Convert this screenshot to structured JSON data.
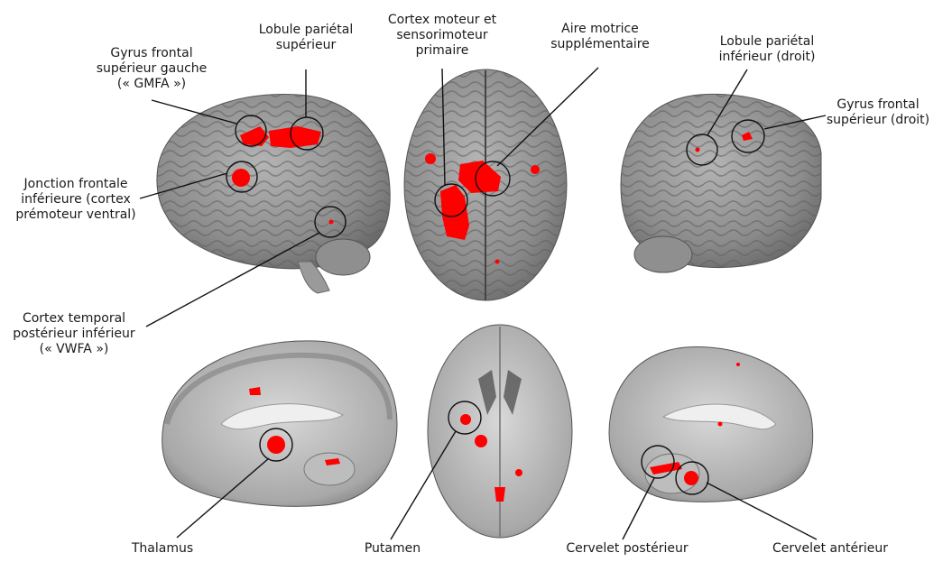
{
  "colors": {
    "background": "#ffffff",
    "brain": "#8a8a8a",
    "activation": "#ff0000",
    "leader": "#111111",
    "text": "#1a1a1a"
  },
  "labels": {
    "gmfa": [
      "Gyrus frontal",
      "supérieur gauche",
      "(« GMFA »)"
    ],
    "lps": [
      "Lobule pariétal",
      "supérieur"
    ],
    "motor": [
      "Cortex moteur et",
      "sensorimoteur",
      "primaire"
    ],
    "sma": [
      "Aire motrice",
      "supplémentaire"
    ],
    "lpi": [
      "Lobule pariétal",
      "inférieur (droit)"
    ],
    "gfs_right": [
      "Gyrus frontal",
      "supérieur (droit)"
    ],
    "jfi": [
      "Jonction frontale",
      "inférieure (cortex",
      "prémoteur ventral)"
    ],
    "vwfa": [
      "Cortex temporal",
      "postérieur inférieur",
      "(« VWFA »)"
    ],
    "thalamus": [
      "Thalamus"
    ],
    "putamen": [
      "Putamen"
    ],
    "cerebellum_post": [
      "Cervelet postérieur"
    ],
    "cerebellum_ant": [
      "Cervelet antérieur"
    ]
  }
}
